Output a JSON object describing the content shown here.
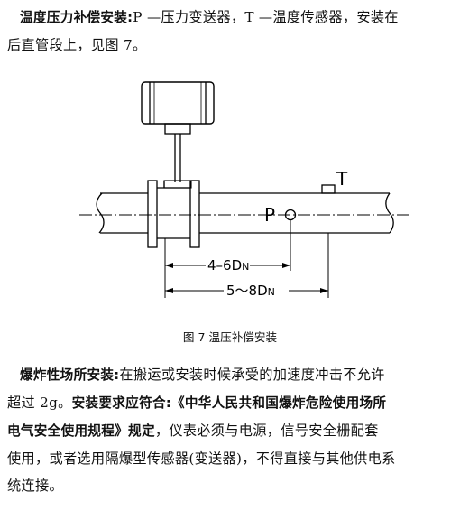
{
  "section1": {
    "bold_label": "温度压力补偿安装",
    "colon": ":",
    "text_line1": "P —压力变送器，T —温度传感器，安装在",
    "text_line2": "后直管段上，见图 7。"
  },
  "figure": {
    "label_T": "T",
    "label_P": "P",
    "dim1_label": "4–6D",
    "dim1_sub": "N",
    "dim2_label": "5～8D",
    "dim2_sub": "N",
    "caption": "图 7 温压补偿安装"
  },
  "section2": {
    "bold_label": "爆炸性场所安装",
    "colon": ":",
    "text1": "在搬运或安装时候承受的加速度冲击不允许",
    "line2_a": "超过 2g。",
    "line2_bold": "安装要求应符合:《中华人民共和国爆炸危险使用场所",
    "line3_bold": "电气安全使用规程》规定",
    "line3_rest": "，仪表必须与电源，信号安全栅配套",
    "line4": "使用，或者选用隔爆型传感器(变送器)，不得直接与其他供电系",
    "line5": "统连接。"
  }
}
